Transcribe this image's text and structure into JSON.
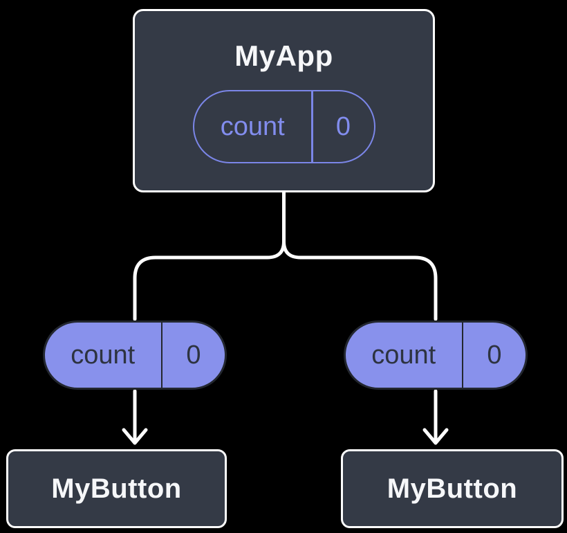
{
  "background": "#000000",
  "colors": {
    "node_fill": "#343A46",
    "node_border": "#FFFFFF",
    "node_text": "#F6F7F9",
    "state_pill_outline": "#7B86E8",
    "state_pill_text": "#828DEE",
    "prop_pill_fill": "#8891EC",
    "prop_pill_border": "#23272F",
    "prop_pill_text": "#2D3340",
    "connector": "#FFFFFF"
  },
  "root_node": {
    "title": "MyApp",
    "state_pill": {
      "name": "count",
      "value": "0"
    }
  },
  "prop_pills": [
    {
      "name": "count",
      "value": "0"
    },
    {
      "name": "count",
      "value": "0"
    }
  ],
  "child_nodes": [
    {
      "title": "MyButton"
    },
    {
      "title": "MyButton"
    }
  ]
}
